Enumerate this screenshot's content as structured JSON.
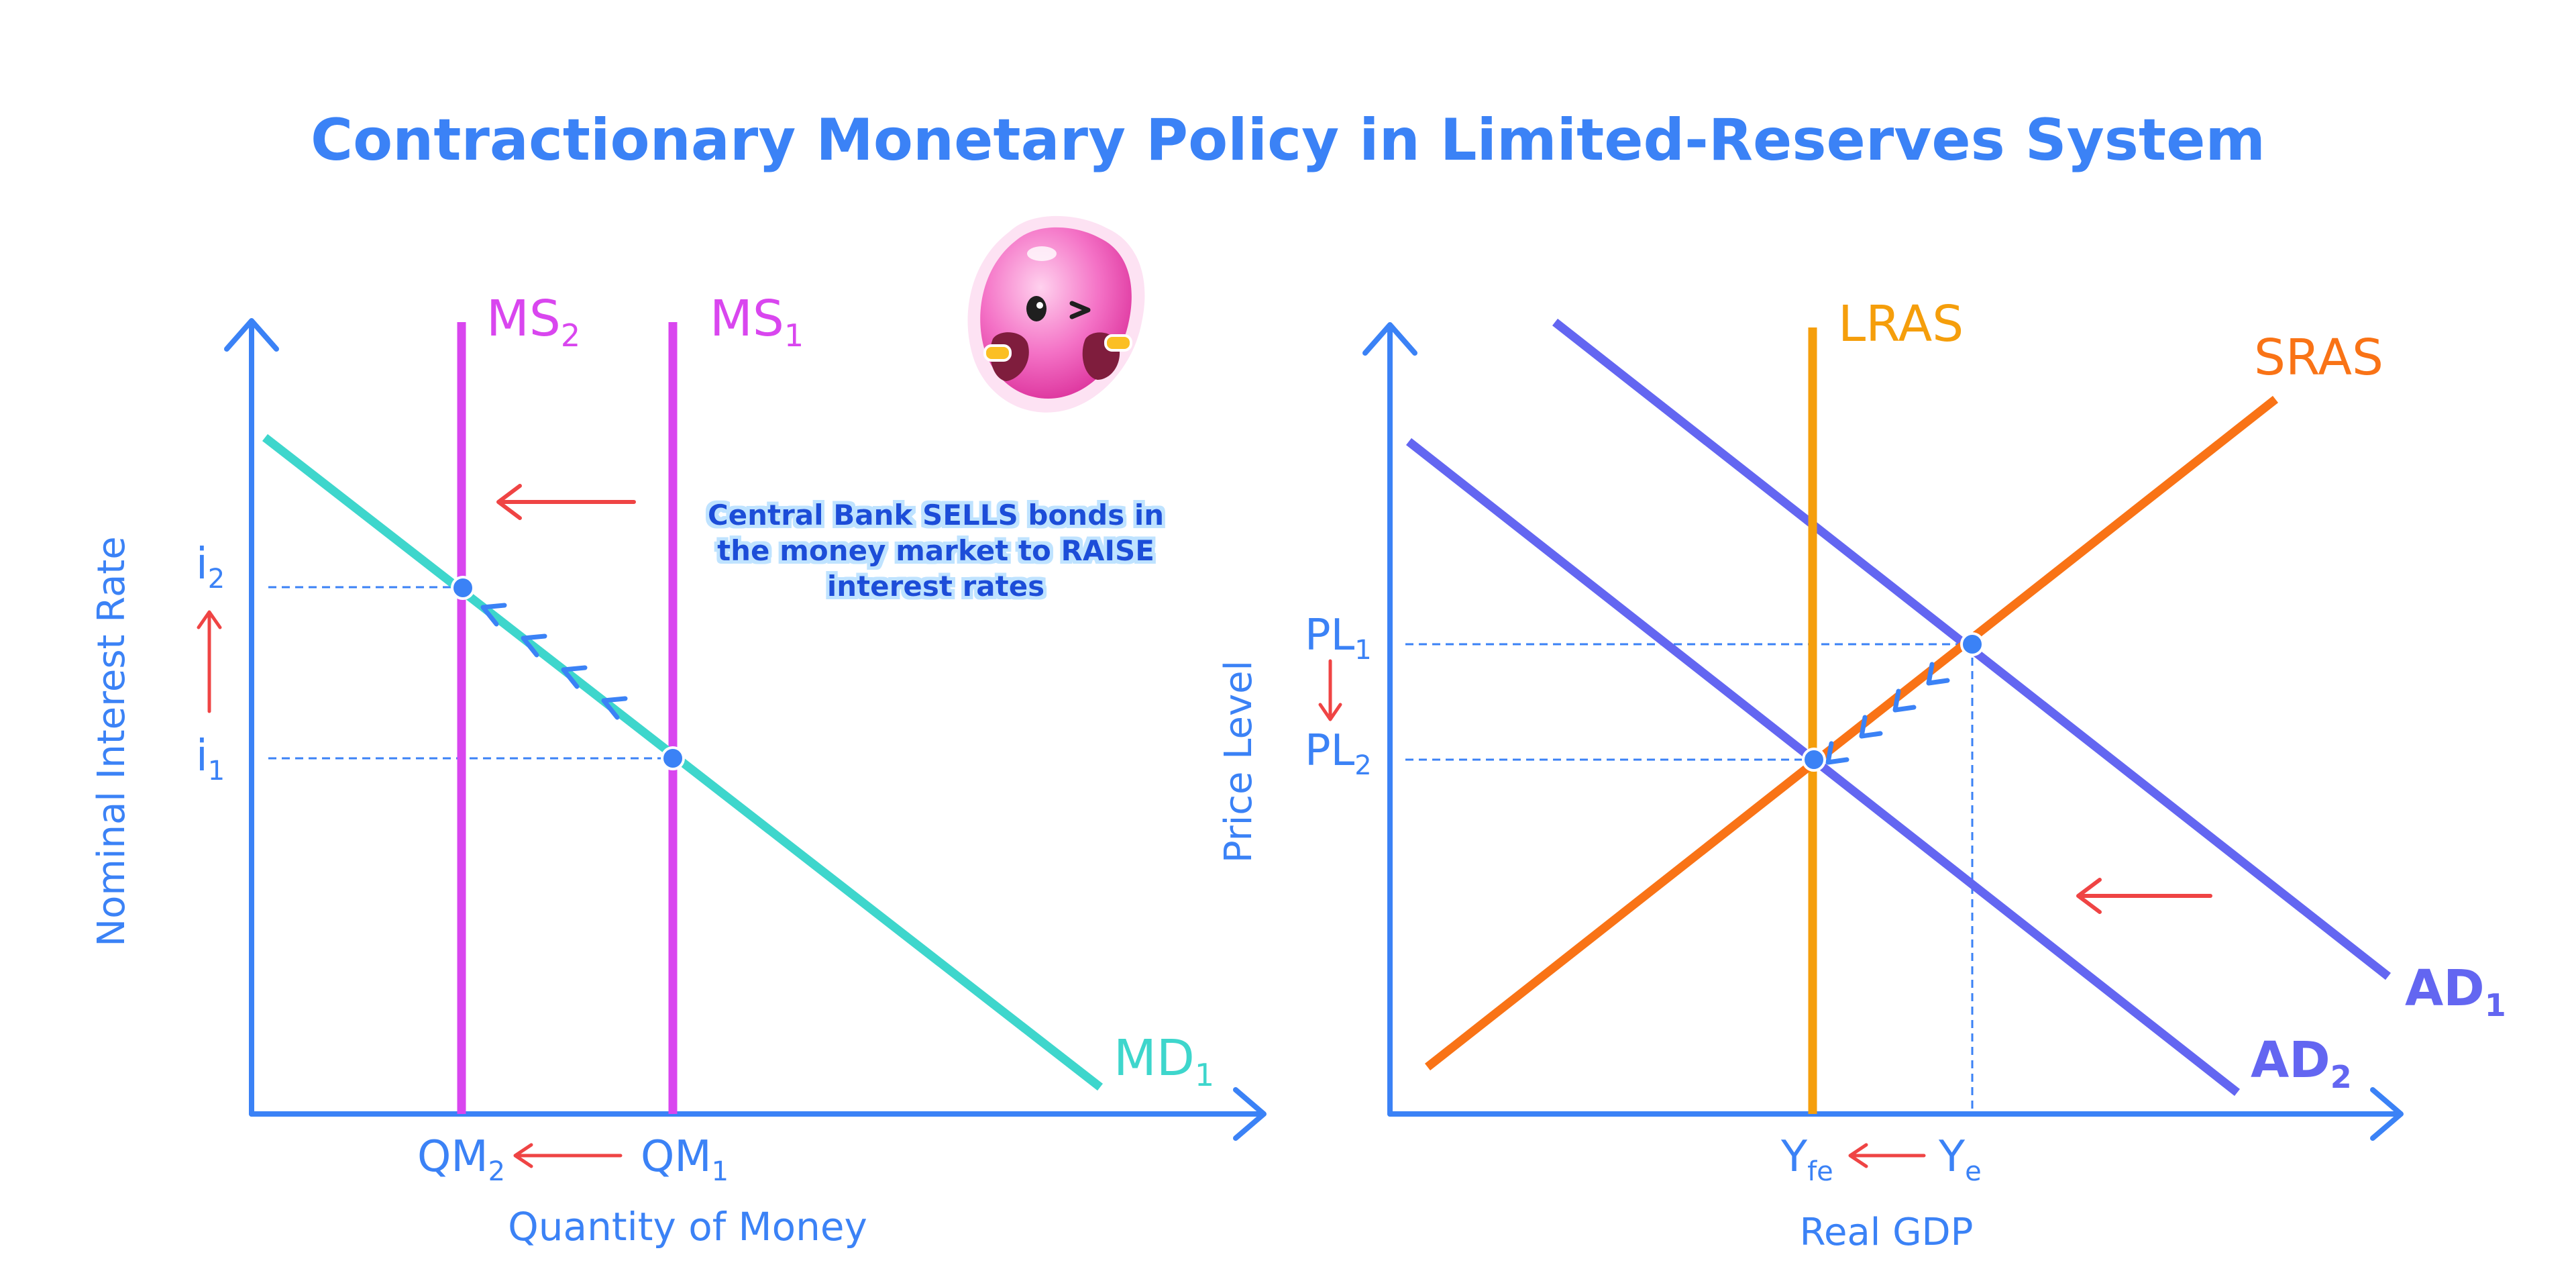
{
  "title": "Contractionary Monetary Policy in Limited-Reserves System",
  "colors": {
    "axis": "#3b82f6",
    "title": "#3b82f6",
    "money_supply": "#d946ef",
    "money_demand": "#3ed6cc",
    "lras": "#f59e0b",
    "sras": "#f97316",
    "ad": "#6366f1",
    "shift_arrow": "#ef4444",
    "guide": "#3b82f6",
    "callout_text": "#1d4ed8",
    "callout_glow": "#bfe3ff"
  },
  "mascot": {
    "icon": "pink-blob-wink-mascot"
  },
  "money_market": {
    "y_axis_label": "Nominal Interest Rate",
    "x_axis_label": "Quantity of Money",
    "ms1": {
      "base": "MS",
      "sub": "1"
    },
    "ms2": {
      "base": "MS",
      "sub": "2"
    },
    "md": {
      "base": "MD",
      "sub": "1"
    },
    "i1": {
      "base": "i",
      "sub": "1"
    },
    "i2": {
      "base": "i",
      "sub": "2"
    },
    "qm1": {
      "base": "QM",
      "sub": "1"
    },
    "qm2": {
      "base": "QM",
      "sub": "2"
    },
    "callout": [
      "Central Bank SELLS bonds in",
      "the money market to RAISE",
      "interest rates"
    ],
    "interest_rate_change": "up",
    "quantity_change": "left"
  },
  "ad_as": {
    "y_axis_label": "Price Level",
    "x_axis_label": "Real GDP",
    "lras": "LRAS",
    "sras": "SRAS",
    "ad1": {
      "base": "AD",
      "sub": "1"
    },
    "ad2": {
      "base": "AD",
      "sub": "2"
    },
    "pl1": {
      "base": "PL",
      "sub": "1"
    },
    "pl2": {
      "base": "PL",
      "sub": "2"
    },
    "ye": {
      "base": "Y",
      "sub": "e"
    },
    "yfe": {
      "base": "Y",
      "sub": "fe"
    },
    "price_level_change": "down",
    "output_change": "left"
  }
}
